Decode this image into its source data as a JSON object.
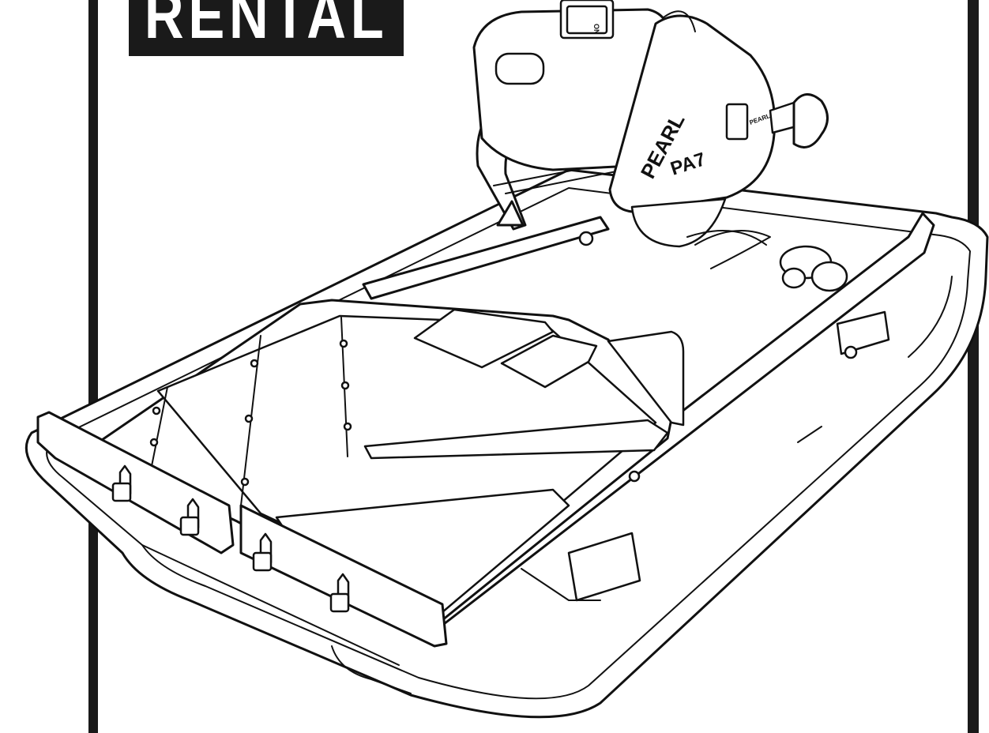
{
  "banner": {
    "text": "RENTAL"
  },
  "saw": {
    "brand_text": "PEARL",
    "model_text": "PA7",
    "logo_text": "PEARL ABRASIVE CO.",
    "switch_text": "ON"
  },
  "colors": {
    "ink": "#1a1a1a",
    "background": "#ffffff"
  }
}
